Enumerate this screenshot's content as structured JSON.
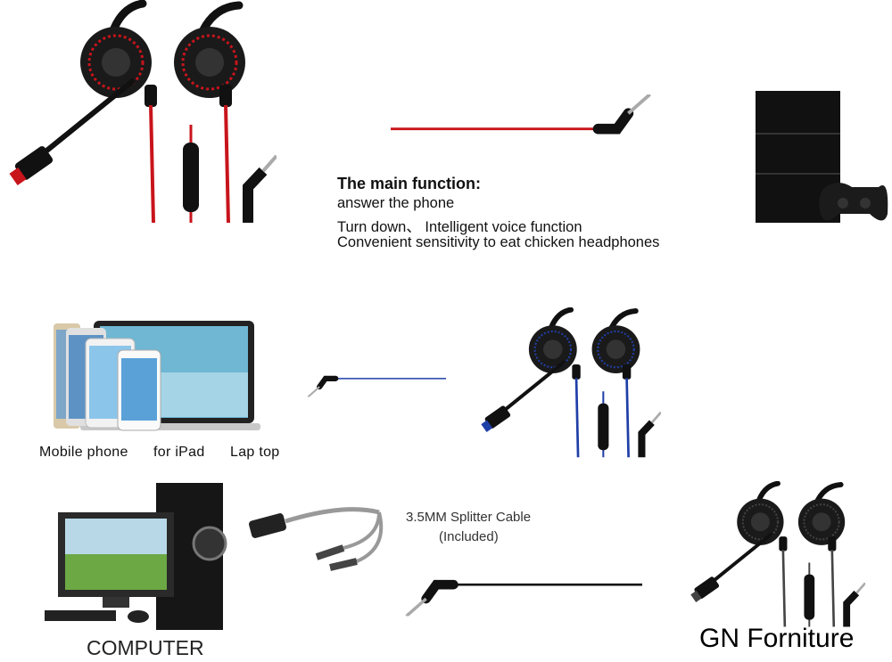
{
  "main_function": {
    "title": "The main function:",
    "lines": [
      "answer the phone",
      "Turn down、 Intelligent voice function",
      "Convenient sensitivity to eat chicken headphones"
    ]
  },
  "device_labels": [
    "Mobile phone",
    "for iPad",
    "Lap top"
  ],
  "splitter": {
    "line1": "3.5MM Splitter Cable",
    "line2": "(Included)"
  },
  "computer_label": "COMPUTER",
  "watermark": "GN Forniture",
  "colors": {
    "red_cable": "#c8141b",
    "blue_cable": "#1f3fa8",
    "black_cable": "#111111"
  }
}
